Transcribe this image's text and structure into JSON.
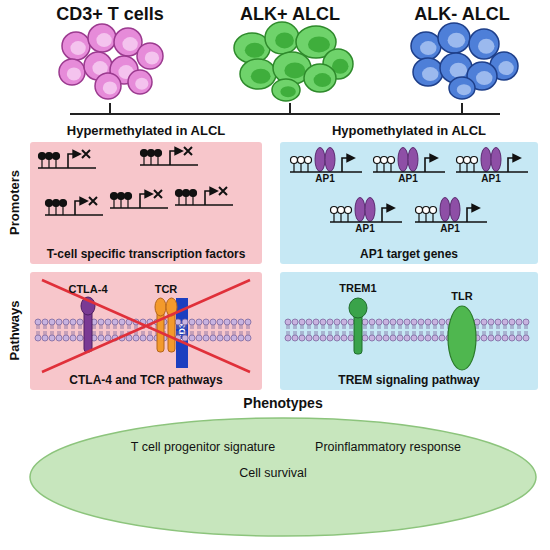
{
  "diagram": {
    "nodes": [
      {
        "text": [
          "Hypermethylated in ALCL",
          "T-cell specific transcription factors"
        ]
      },
      {
        "text": [
          "Hypomethylated in ALCL",
          "AP1 target genes"
        ]
      },
      {
        "text": [
          "AP1"
        ],
        "in": 1
      },
      {
        "text": [
          "AP1"
        ],
        "in": 1
      },
      {
        "text": [
          "AP1"
        ],
        "in": 1
      },
      {
        "text": [
          "AP1"
        ],
        "in": 1
      },
      {
        "text": [
          "AP1"
        ],
        "in": 1
      },
      {
        "text": [
          "CTLA-4 and TCR pathways"
        ]
      },
      {
        "text": [
          "CD3"
        ],
        "in": 7
      },
      {
        "text": [
          "TREM signaling pathway"
        ]
      },
      {
        "text": [
          "Phenotypes",
          "T cell progenitor signature",
          "Proinflammatory response",
          "Cell survival"
        ]
      }
    ],
    "labels": [
      "CD3+ T cells",
      "ALK+ ALCL",
      "ALK- ALCL",
      "Promoters",
      "Pathways",
      "CTLA-4",
      "TCR",
      "TREM1",
      "TLR"
    ]
  }
}
